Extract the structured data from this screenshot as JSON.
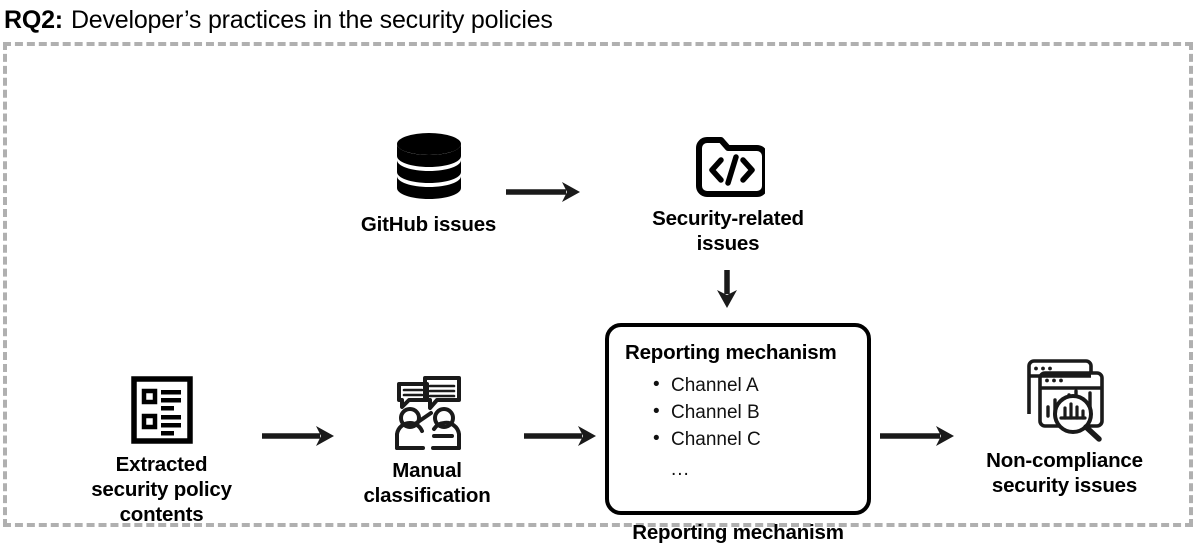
{
  "title": {
    "rq_label": "RQ2:",
    "text": "Developer’s practices in the security policies"
  },
  "colors": {
    "frame_border": "#b0b0b0",
    "ink": "#000000",
    "background": "#ffffff"
  },
  "nodes": {
    "github_issues": {
      "icon": "database-icon",
      "label": "GitHub issues"
    },
    "security_related_issues": {
      "icon": "code-folder-icon",
      "label": "Security-related\nissues"
    },
    "extracted_contents": {
      "icon": "document-checklist-icon",
      "label": "Extracted\nsecurity policy\ncontents"
    },
    "manual_classification": {
      "icon": "people-discussion-icon",
      "label": "Manual\nclassification"
    },
    "noncompliance_issues": {
      "icon": "dashboard-search-icon",
      "label": "Non-compliance\nsecurity issues"
    }
  },
  "reporting_mechanism": {
    "heading": "Reporting mechanism",
    "channels": [
      "Channel A",
      "Channel B",
      "Channel C"
    ],
    "ellipsis": "...",
    "caption": "Reporting mechanism"
  },
  "arrows": [
    {
      "name": "arrow-github-to-security",
      "direction": "right"
    },
    {
      "name": "arrow-security-to-box",
      "direction": "down"
    },
    {
      "name": "arrow-extracted-to-manual",
      "direction": "right"
    },
    {
      "name": "arrow-manual-to-box",
      "direction": "right"
    },
    {
      "name": "arrow-box-to-noncompliance",
      "direction": "right"
    }
  ]
}
